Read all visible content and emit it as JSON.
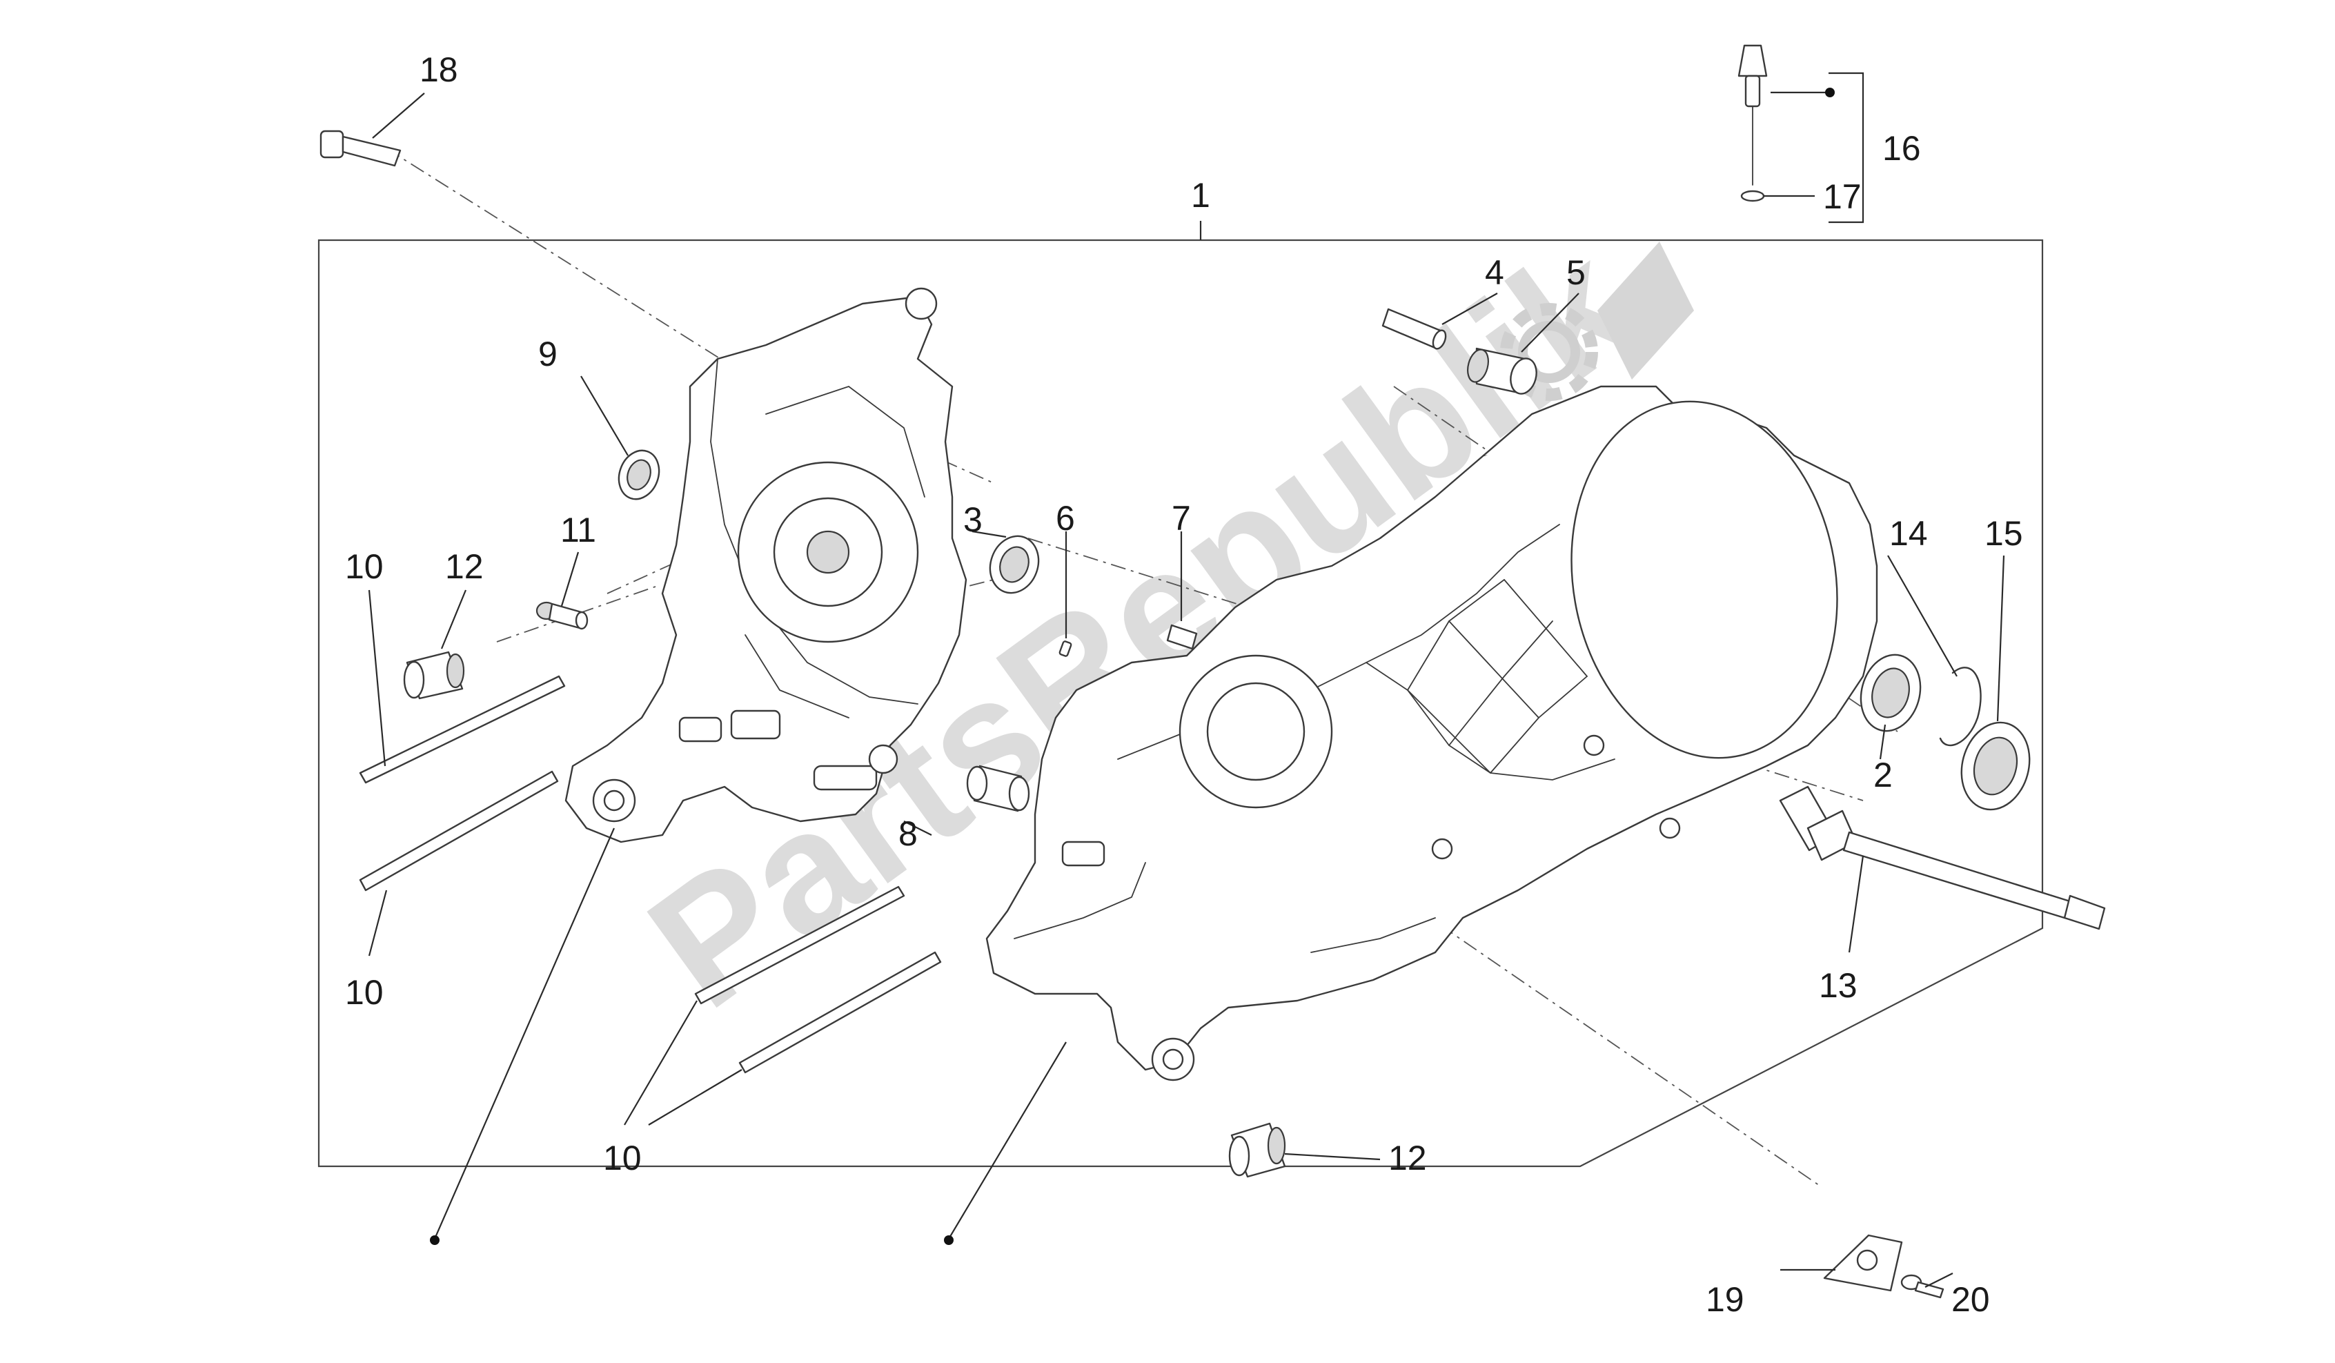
{
  "diagram": {
    "watermark": "PartsRepublik",
    "callouts": {
      "c1": "1",
      "c2": "2",
      "c3": "3",
      "c4": "4",
      "c5": "5",
      "c6": "6",
      "c7": "7",
      "c8": "8",
      "c9": "9",
      "c10a": "10",
      "c10b": "10",
      "c10c": "10",
      "c11": "11",
      "c12a": "12",
      "c12b": "12",
      "c13": "13",
      "c14": "14",
      "c15": "15",
      "c16": "16",
      "c17": "17",
      "c18": "18",
      "c19": "19",
      "c20": "20"
    }
  }
}
